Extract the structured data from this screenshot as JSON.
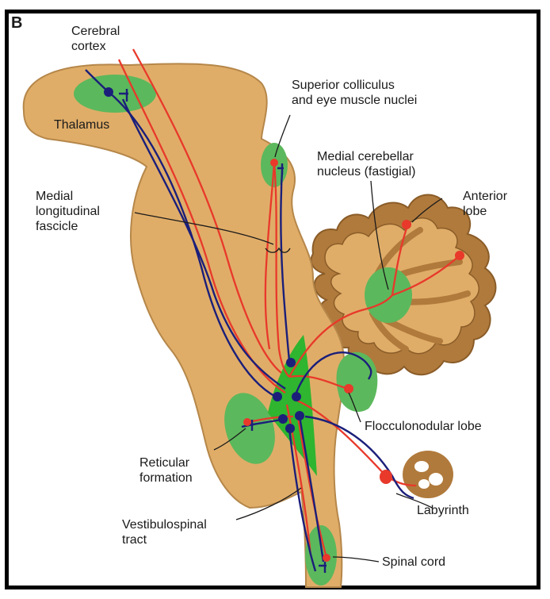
{
  "panel_letter": "B",
  "labels": {
    "cerebral_cortex": "Cerebral\ncortex",
    "thalamus": "Thalamus",
    "superior_colliculus": "Superior colliculus\nand eye muscle nuclei",
    "medial_cerebellar_nucleus": "Medial cerebellar\nnucleus (fastigial)",
    "anterior_lobe": "Anterior\nlobe",
    "medial_longitudinal_fascicle": "Medial\nlongitudinal\nfascicle",
    "flocculonodular_lobe": "Flocculonodular lobe",
    "reticular_formation": "Reticular\nformation",
    "labyrinth": "Labyrinth",
    "vestibulospinal_tract": "Vestibulospinal\ntract",
    "spinal_cord": "Spinal cord"
  },
  "colors": {
    "brain_tissue": "#e0ad68",
    "brain_outline": "#b5874a",
    "cerebellum_dark": "#b07a3c",
    "nucleus_green": "#5cb85c",
    "vestibular_green": "#2fb52f",
    "afferent_red": "#e8392b",
    "efferent_navy": "#1b1f7a",
    "pointer_line": "#1a1a1a",
    "frame": "#000000"
  }
}
